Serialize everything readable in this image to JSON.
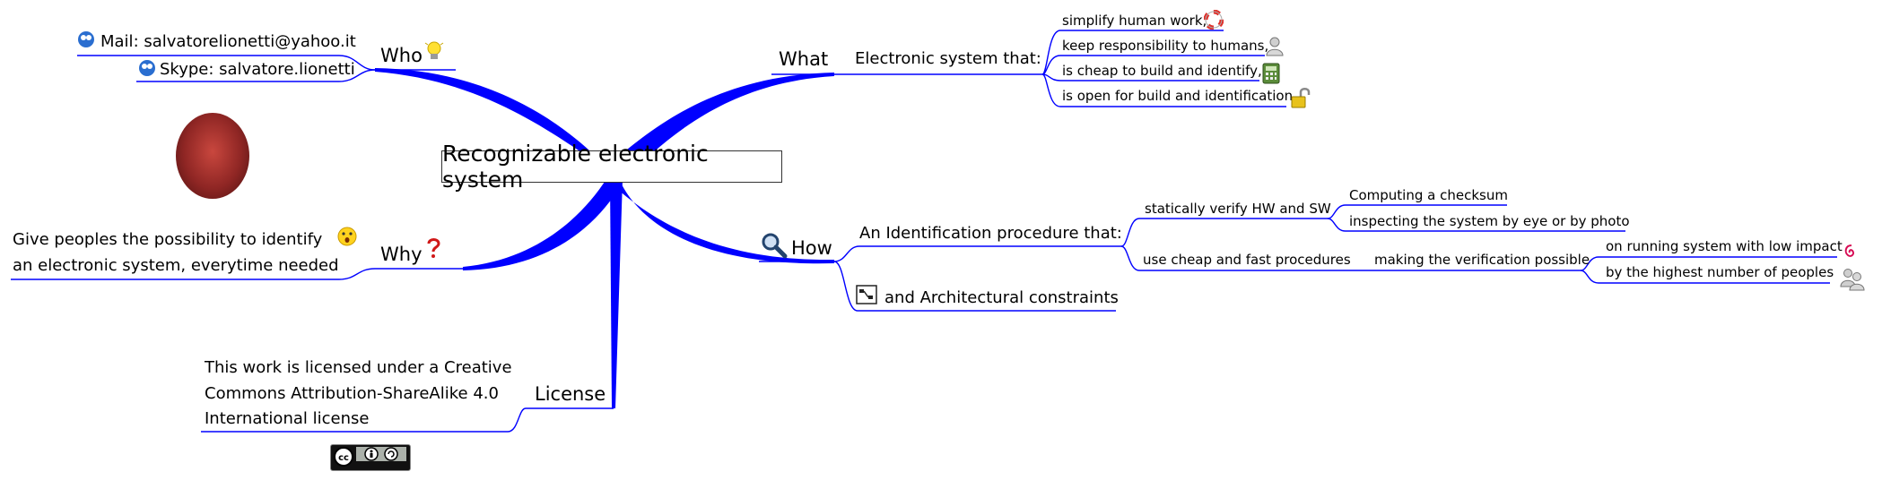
{
  "root": {
    "title": "Recognizable electronic system"
  },
  "branches": {
    "who": {
      "label": "Who",
      "icon": "lightbulb-icon",
      "contacts": [
        {
          "text": "Mail: salvatorelionetti@yahoo.it",
          "icon": "messenger-icon"
        },
        {
          "text": "Skype: salvatore.lionetti",
          "icon": "messenger-icon"
        }
      ]
    },
    "what": {
      "label": "What",
      "node": "Electronic system that:",
      "items": [
        {
          "text": "simplify human work,",
          "icon": "lifebuoy-icon"
        },
        {
          "text": "keep responsibility to humans,",
          "icon": "person-icon"
        },
        {
          "text": "is cheap to build and identify,",
          "icon": "calculator-icon"
        },
        {
          "text": "is open for build and identification",
          "icon": "unlocked-padlock-icon"
        }
      ]
    },
    "why": {
      "label": "Why",
      "icon": "question-mark-icon",
      "text_line1": "Give peoples the possibility to identify",
      "text_line2": "an electronic system, everytime needed",
      "text_icon": "surprised-face-icon"
    },
    "how": {
      "label": "How",
      "icon": "magnifier-icon",
      "procedure": {
        "label": "An Identification procedure that:",
        "verify": {
          "label": "statically verify HW and SW",
          "children": [
            "Computing a checksum",
            "inspecting the system by eye or by photo"
          ]
        },
        "cheap": {
          "label": "use cheap and fast procedures",
          "child": "making the verification possible",
          "grandchildren": [
            {
              "text": "on running system with low impact",
              "icon": "debian-swirl-icon"
            },
            {
              "text": "by the highest number of peoples",
              "icon": "group-of-people-icon"
            }
          ]
        }
      },
      "constraints": {
        "label": "and Architectural constraints",
        "icon": "diagram-icon"
      }
    },
    "license": {
      "label": "License",
      "text_line1": "This work is licensed under a Creative",
      "text_line2": "Commons Attribution-ShareAlike 4.0",
      "text_line3": "International license",
      "badge_icon": "cc-by-sa-icon"
    }
  },
  "colors": {
    "branch": "#0000ff",
    "text": "#000000",
    "root_border": "#333333"
  }
}
